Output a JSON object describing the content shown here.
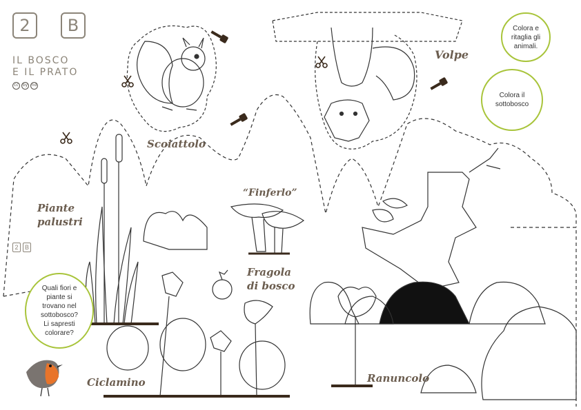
{
  "logo": {
    "left": "2",
    "right": "B"
  },
  "title": {
    "line1": "IL BOSCO",
    "line2": "E IL PRATO"
  },
  "license_icons": [
    "cc",
    "by",
    "nd"
  ],
  "labels": {
    "squirrel": "Scoiattolo",
    "fox": "Volpe",
    "plants": "Piante palustri",
    "mushroom": "“Finferlo”",
    "strawberry_line1": "Fragola",
    "strawberry_line2": "di bosco",
    "cyclamen": "Ciclamino",
    "buttercup": "Ranuncolo"
  },
  "bubbles": {
    "instructions1": "Colora e ritaglia gli animali.",
    "instructions2": "Colora il sottobosco",
    "question_line1": "Quali fiori e piante si trovano nel sottobosco?",
    "question_line2": "Li sapresti colorare?"
  },
  "mini_logo": {
    "left": "2",
    "right": "B"
  },
  "icons": [
    "scissors-icon",
    "brush-icon",
    "bird-icon"
  ],
  "colors": {
    "bubble_border": "#a8c43a",
    "label": "#6b5d4f",
    "robin_breast": "#e8742a",
    "ink": "#333333"
  }
}
